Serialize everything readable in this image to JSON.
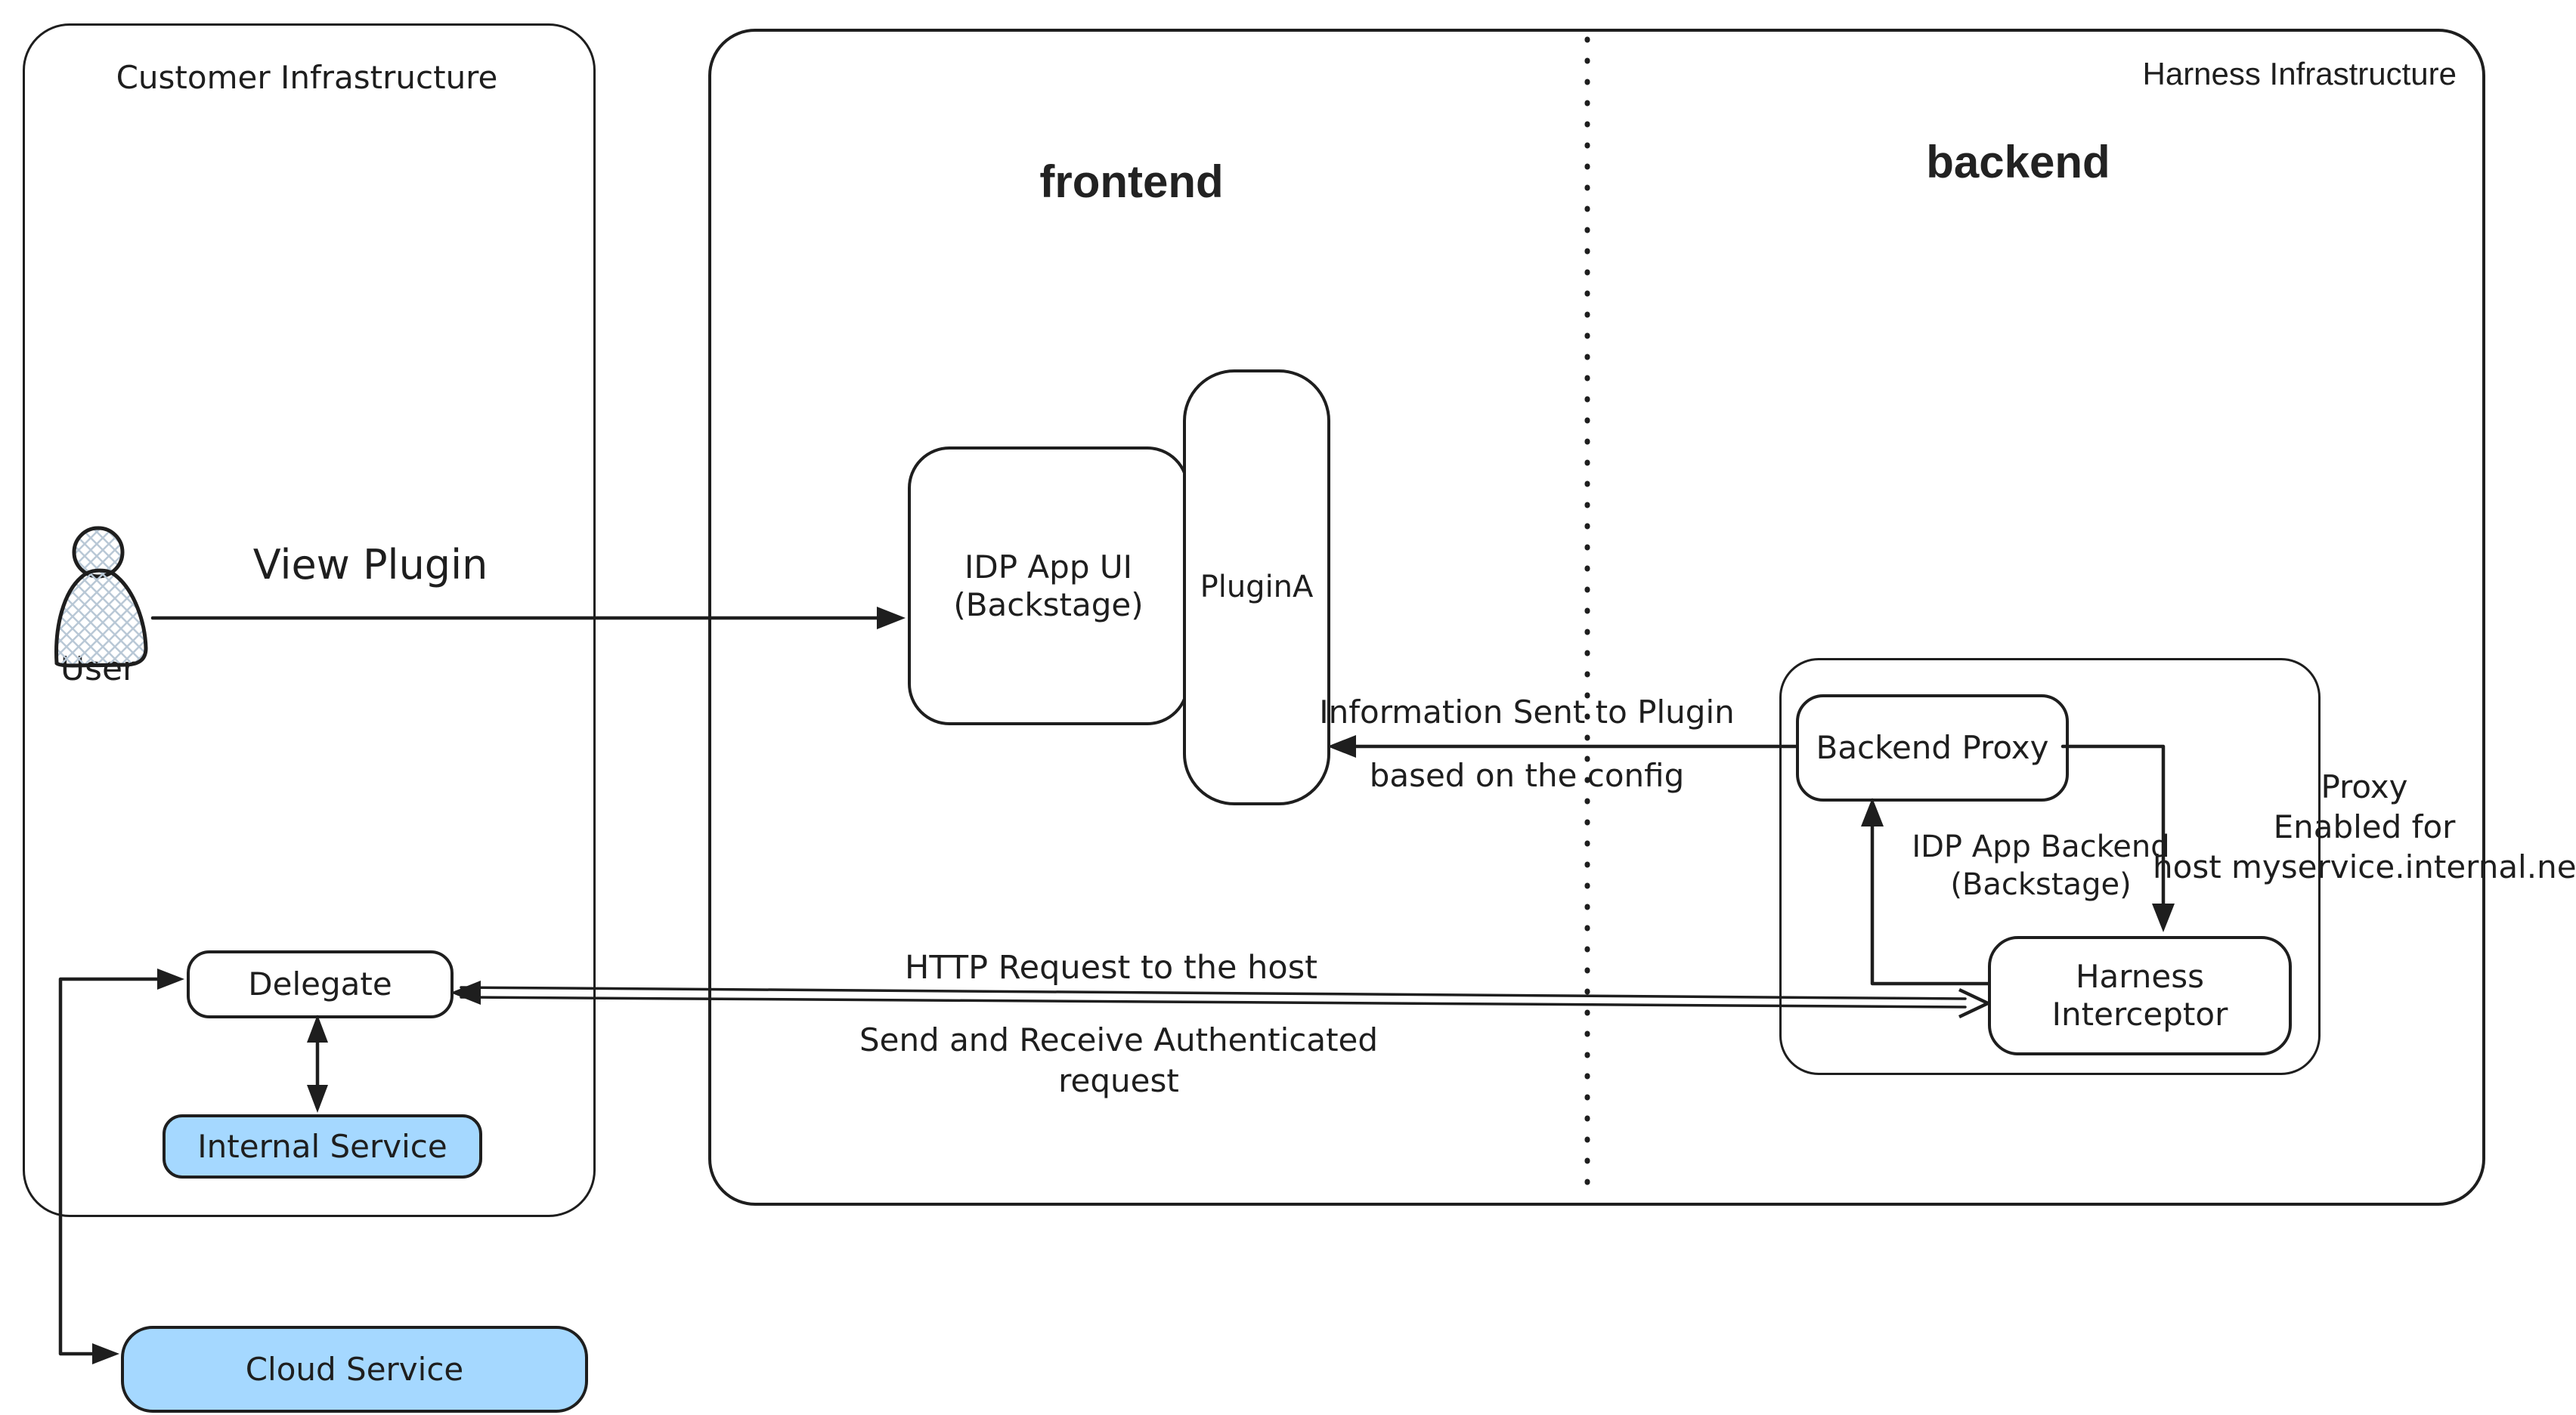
{
  "regions": {
    "customer": {
      "title": "Customer Infrastructure"
    },
    "harness": {
      "title": "Harness Infrastructure",
      "frontend_label": "frontend",
      "backend_label": "backend"
    }
  },
  "nodes": {
    "user": {
      "label": "User"
    },
    "idp_app_ui": {
      "line1": "IDP App UI",
      "line2": "(Backstage)"
    },
    "plugin_a": {
      "label": "PluginA"
    },
    "backend_proxy": {
      "label": "Backend Proxy"
    },
    "idp_app_backend": {
      "line1": "IDP App Backend",
      "line2": "(Backstage)"
    },
    "harness_interceptor": {
      "line1": "Harness",
      "line2": "Interceptor"
    },
    "delegate": {
      "label": "Delegate"
    },
    "internal_service": {
      "label": "Internal Service"
    },
    "cloud_service": {
      "label": "Cloud Service"
    }
  },
  "annotations": {
    "view_plugin": "View Plugin",
    "info_sent": {
      "line1": "Information Sent to Plugin",
      "line2": "based on the config"
    },
    "proxy_note": {
      "line1": "Proxy",
      "line2": "Enabled for",
      "line3": "host myservice.internal.net"
    },
    "http_request": {
      "line1": "HTTP Request to the host",
      "line2": "Send and Receive Authenticated",
      "line3": "request"
    }
  },
  "colors": {
    "stroke": "#1e1e1e",
    "service_fill": "#a5d8ff",
    "hatch": "#b9c8d6",
    "background": "#ffffff"
  }
}
